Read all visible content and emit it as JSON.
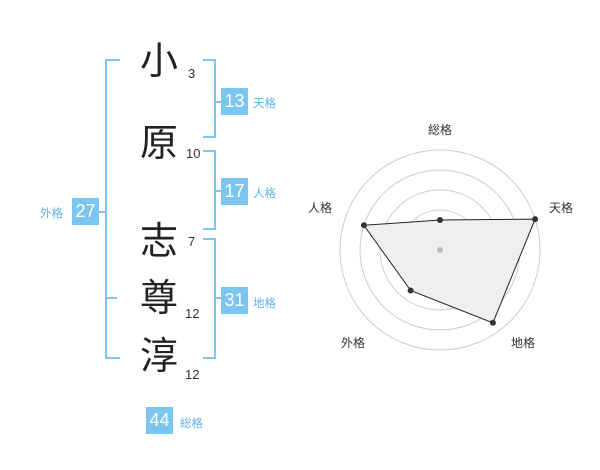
{
  "name": {
    "chars": [
      {
        "kanji": "小",
        "strokes": "3"
      },
      {
        "kanji": "原",
        "strokes": "10"
      },
      {
        "kanji": "志",
        "strokes": "7"
      },
      {
        "kanji": "尊",
        "strokes": "12"
      },
      {
        "kanji": "淳",
        "strokes": "12"
      }
    ]
  },
  "kakusu": {
    "tenkaku": {
      "label": "天格",
      "value": "13"
    },
    "jinkaku": {
      "label": "人格",
      "value": "17"
    },
    "chikaku": {
      "label": "地格",
      "value": "31"
    },
    "gaikaku": {
      "label": "外格",
      "value": "27"
    },
    "soukaku": {
      "label": "総格",
      "value": "44"
    }
  },
  "radar": {
    "axes": [
      "総格",
      "天格",
      "地格",
      "外格",
      "人格"
    ],
    "values": [
      0.3,
      1.0,
      0.9,
      0.5,
      0.8
    ],
    "colors": {
      "fill": "#efefef",
      "line": "#222222",
      "grid": "#cccccc",
      "point": "#333333",
      "center": "#bbbbbb"
    }
  }
}
